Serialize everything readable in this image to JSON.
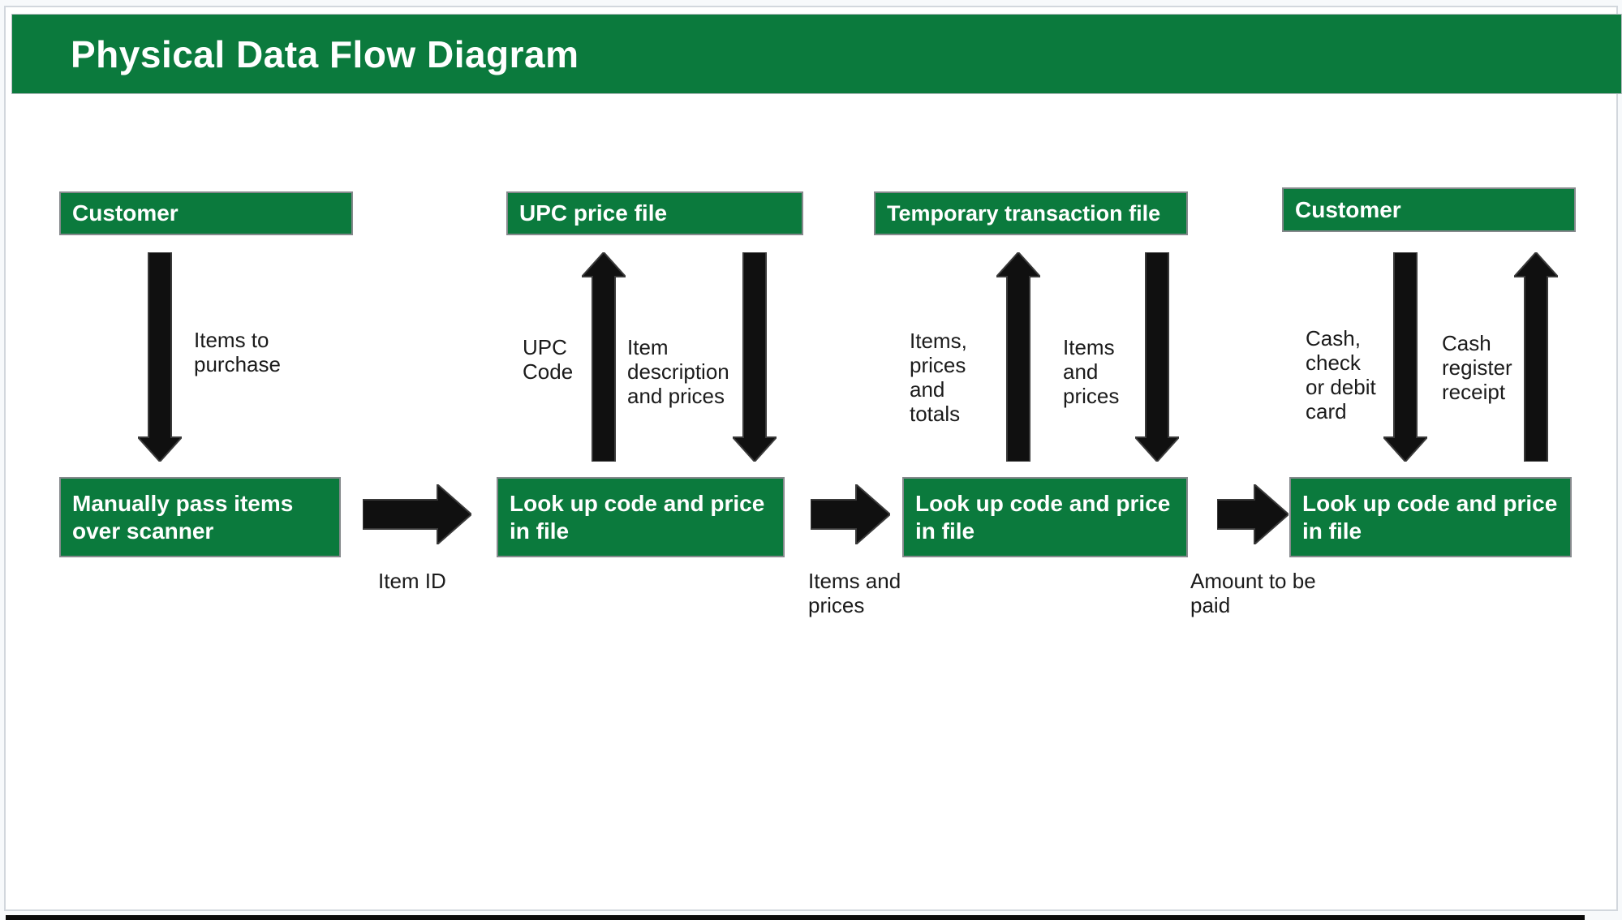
{
  "title": "Physical Data Flow Diagram",
  "colors": {
    "header_green": "#0b7a3d",
    "node_green": "#0b7a3d",
    "node_border_gray": "#85898c",
    "arrow_black": "#101010",
    "label_text": "#1b1b1b",
    "title_text": "#ffffff"
  },
  "nodes": {
    "customer_left": "Customer",
    "upc_price_file": "UPC price file",
    "temp_transaction_file": "Temporary transaction file",
    "customer_right": "Customer",
    "pass_items_scanner": "Manually pass items over scanner",
    "lookup_1": "Look up code and price in file",
    "lookup_2": "Look up code and price in file",
    "lookup_3": "Look up code and price in file"
  },
  "labels": {
    "items_to_purchase": "Items to\npurchase",
    "item_id": "Item ID",
    "upc_code": "UPC\nCode",
    "item_description": "Item\ndescription\nand prices",
    "items_prices_totals": "Items,\nprices\nand\ntotals",
    "items_and_prices_vertical": "Items\nand\nprices",
    "items_and_prices": "Items and\nprices",
    "amount_to_be_paid": "Amount to be\npaid",
    "cash_check_debit": "Cash,\ncheck\nor debit\ncard",
    "cash_register_receipt": "Cash\nregister\nreceipt"
  }
}
